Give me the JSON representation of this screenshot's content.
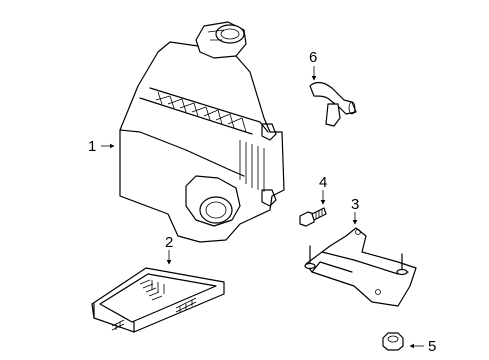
{
  "diagram": {
    "callouts": [
      {
        "id": "1",
        "label": "1",
        "part": "air-cleaner-housing"
      },
      {
        "id": "2",
        "label": "2",
        "part": "air-filter-element"
      },
      {
        "id": "3",
        "label": "3",
        "part": "mounting-bracket"
      },
      {
        "id": "4",
        "label": "4",
        "part": "bolt"
      },
      {
        "id": "5",
        "label": "5",
        "part": "nut"
      },
      {
        "id": "6",
        "label": "6",
        "part": "hose"
      }
    ],
    "colors": {
      "line": "#000000",
      "background": "#ffffff"
    }
  }
}
